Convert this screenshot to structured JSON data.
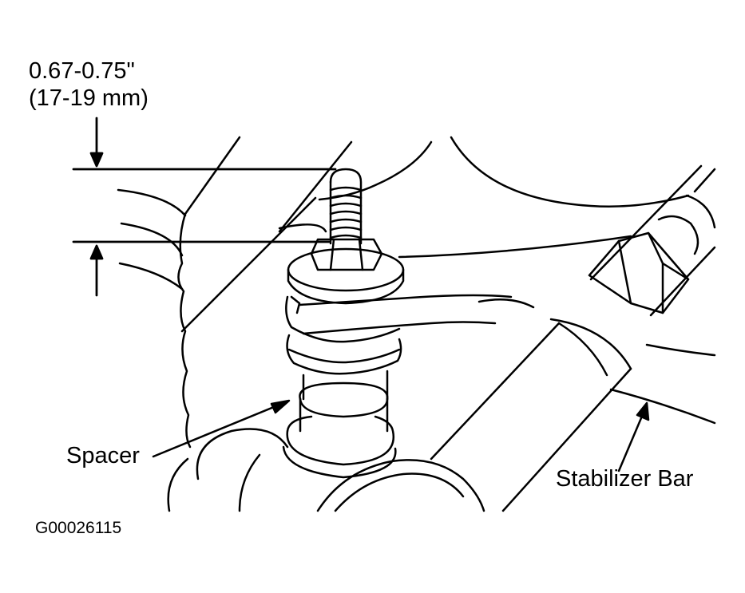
{
  "labels": {
    "dimension_inches": "0.67-0.75\"",
    "dimension_mm": "(17-19 mm)",
    "spacer": "Spacer",
    "stabilizer_bar": "Stabilizer Bar",
    "figure_code": "G00026115"
  },
  "colors": {
    "ink": "#000000",
    "background": "#ffffff"
  }
}
